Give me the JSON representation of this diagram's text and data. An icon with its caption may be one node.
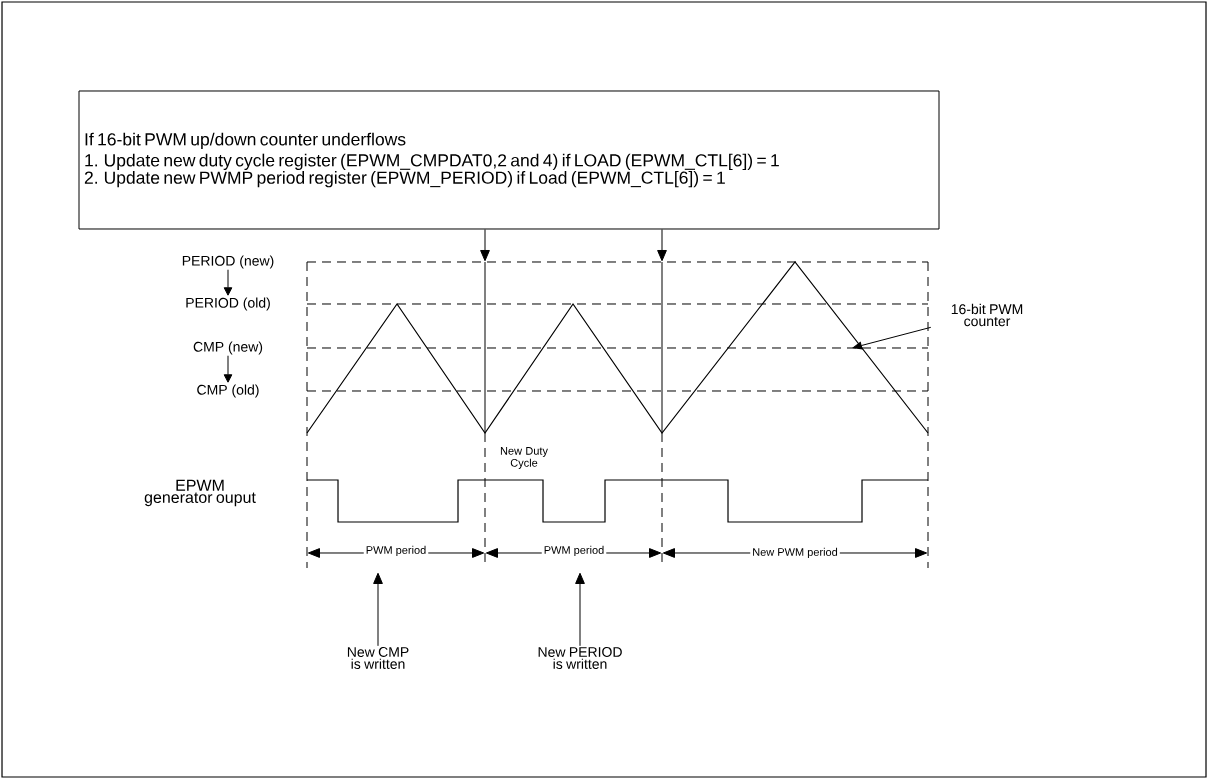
{
  "diagram": {
    "nodes": [
      {
        "text": [
          "If 16-bit PWM up/down counter underflows",
          "1. Update new duty cycle register (EPWM_CMPDAT0,2 and 4) if LOAD (EPWM_CTL[6]) = 1",
          "2. Update new PWMP period register (EPWM_PERIOD) if Load (EPWM_CTL[6]) = 1"
        ]
      },
      {
        "text": [
          "PERIOD (new)"
        ]
      },
      {
        "text": [
          "PERIOD (old)"
        ]
      },
      {
        "text": [
          "CMP (new)"
        ]
      },
      {
        "text": [
          "CMP (old)"
        ]
      },
      {
        "text": [
          "16-bit PWM counter"
        ]
      },
      {
        "text": [
          "New CMP is written"
        ]
      },
      {
        "text": [
          "New PERIOD is written"
        ]
      }
    ],
    "edges": [
      {
        "from": 0,
        "to": null,
        "arrow": "to"
      },
      {
        "from": 0,
        "to": null,
        "arrow": "to"
      },
      {
        "from": 1,
        "to": 2,
        "arrow": "to"
      },
      {
        "from": 3,
        "to": 4,
        "arrow": "to"
      },
      {
        "from": 5,
        "to": null,
        "arrow": "to"
      },
      {
        "from": 6,
        "to": null,
        "arrow": "to"
      },
      {
        "from": 7,
        "to": null,
        "arrow": "to"
      }
    ],
    "labels": [
      "EPWM generator ouput",
      "New Duty Cycle",
      "PWM period",
      "PWM period",
      "New PWM period"
    ]
  }
}
